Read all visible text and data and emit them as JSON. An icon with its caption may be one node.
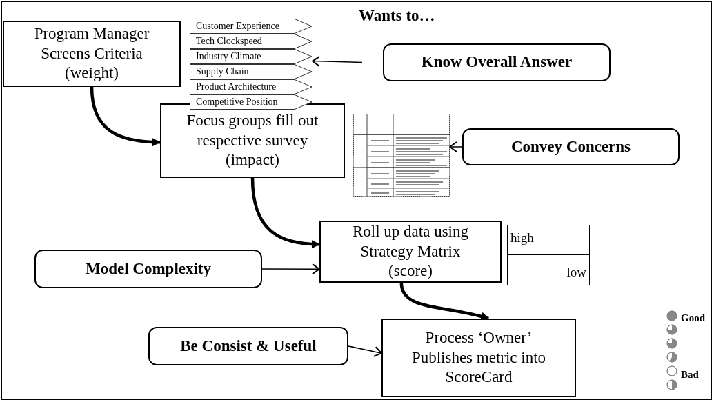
{
  "diagram": {
    "nodes": [
      {
        "text": [
          "Program Manager Screens Criteria",
          "(weight)"
        ]
      },
      {
        "text": [
          "Focus groups fill out respective survey",
          "(impact)"
        ]
      },
      {
        "text": [
          "Roll up data using Strategy Matrix",
          "(score)"
        ]
      },
      {
        "text": [
          "Process ‘Owner’ Publishes metric into ScoreCard"
        ]
      },
      {
        "text": [
          "Know Overall Answer"
        ]
      },
      {
        "text": [
          "Convey Concerns"
        ]
      },
      {
        "text": [
          "Model Complexity"
        ]
      },
      {
        "text": [
          "Be Consist & Useful"
        ]
      },
      {
        "text": [
          "Customer Experience"
        ]
      },
      {
        "text": [
          "Tech Clockspeed"
        ]
      },
      {
        "text": [
          "Industry Climate"
        ]
      },
      {
        "text": [
          "Supply Chain"
        ]
      },
      {
        "text": [
          "Product Architecture"
        ]
      },
      {
        "text": [
          "Competitive Position"
        ]
      },
      {
        "text": [],
        "shape": "picture"
      },
      {
        "text": [
          "high",
          "low"
        ]
      }
    ],
    "edges": [
      {
        "from": 4,
        "to": 10,
        "arrow": "to"
      },
      {
        "from": 0,
        "to": 1,
        "arrow": "to",
        "style": "thick"
      },
      {
        "from": 5,
        "to": 14,
        "arrow": "to"
      },
      {
        "from": 1,
        "to": 2,
        "arrow": "to",
        "style": "thick"
      },
      {
        "from": 6,
        "to": 2,
        "arrow": "to"
      },
      {
        "from": 2,
        "to": 3,
        "arrow": "to",
        "style": "thick"
      },
      {
        "from": 7,
        "to": 3,
        "arrow": "to"
      }
    ],
    "labels": [
      "Wants to…",
      "Good",
      "Bad"
    ]
  }
}
